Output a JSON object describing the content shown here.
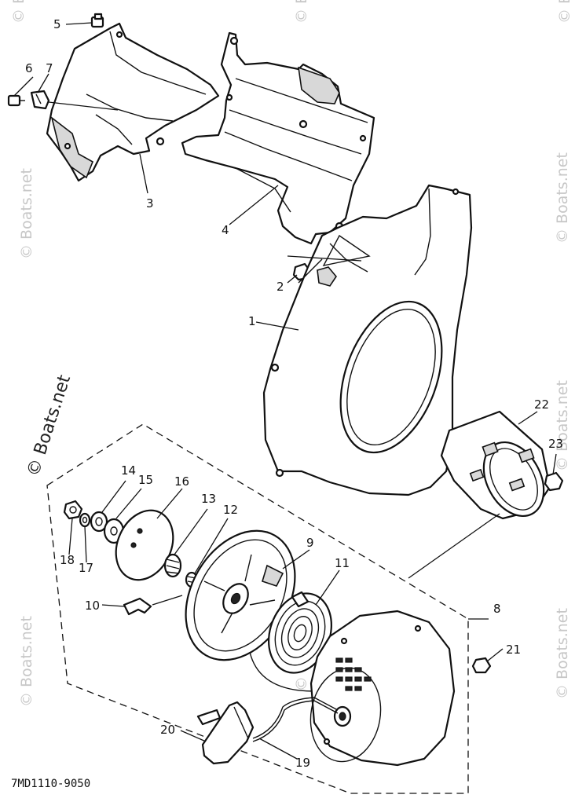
{
  "watermark": "© Boats.net",
  "drawing_code": "7MD1110-9050",
  "callouts": [
    {
      "id": "1",
      "label": "1"
    },
    {
      "id": "2",
      "label": "2"
    },
    {
      "id": "3",
      "label": "3"
    },
    {
      "id": "4",
      "label": "4"
    },
    {
      "id": "5",
      "label": "5"
    },
    {
      "id": "6",
      "label": "6"
    },
    {
      "id": "7",
      "label": "7"
    },
    {
      "id": "8",
      "label": "8"
    },
    {
      "id": "9",
      "label": "9"
    },
    {
      "id": "10",
      "label": "10"
    },
    {
      "id": "11",
      "label": "11"
    },
    {
      "id": "12",
      "label": "12"
    },
    {
      "id": "13",
      "label": "13"
    },
    {
      "id": "14",
      "label": "14"
    },
    {
      "id": "15",
      "label": "15"
    },
    {
      "id": "16",
      "label": "16"
    },
    {
      "id": "17",
      "label": "17"
    },
    {
      "id": "18",
      "label": "18"
    },
    {
      "id": "19",
      "label": "19"
    },
    {
      "id": "20",
      "label": "20"
    },
    {
      "id": "21",
      "label": "21"
    },
    {
      "id": "22",
      "label": "22"
    },
    {
      "id": "23",
      "label": "23"
    }
  ]
}
